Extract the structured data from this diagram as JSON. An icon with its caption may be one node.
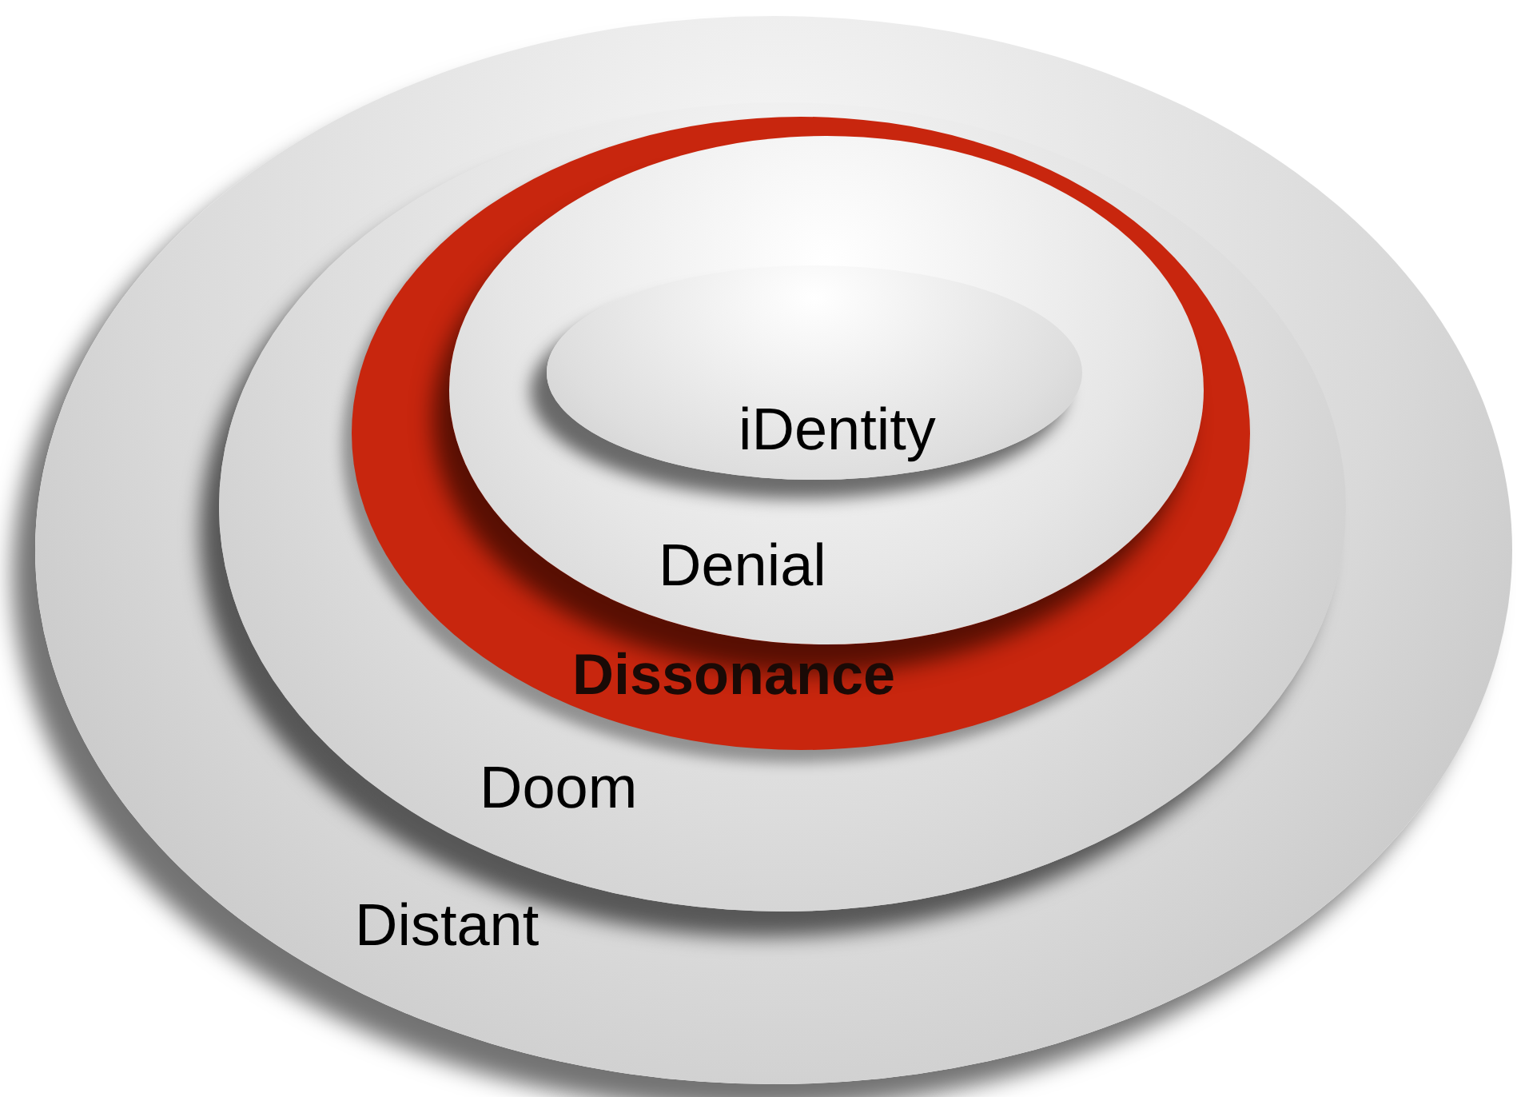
{
  "diagram": {
    "nodes": [
      {
        "text": [
          "Distant"
        ]
      },
      {
        "text": [
          "Doom"
        ],
        "in": 0
      },
      {
        "text": [
          "Dissonance"
        ],
        "in": 1
      },
      {
        "text": [
          "Denial"
        ],
        "in": 2
      },
      {
        "text": [
          "iDentity"
        ],
        "in": 3
      }
    ]
  }
}
